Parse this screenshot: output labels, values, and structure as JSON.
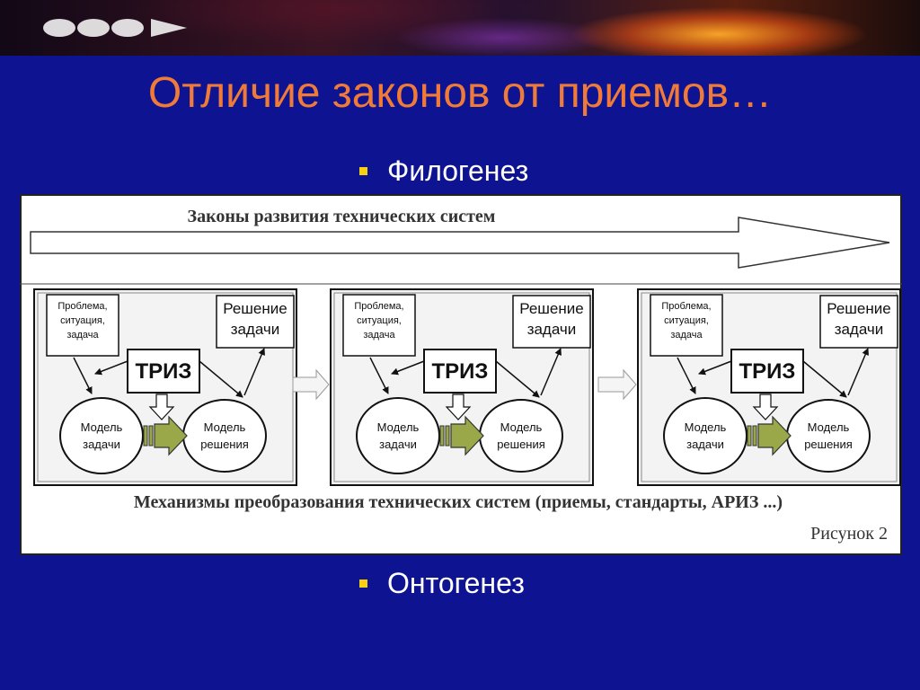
{
  "slide": {
    "title": "Отличие законов от приемов…",
    "bullets": [
      "Филогенез",
      "Онтогенез"
    ]
  },
  "diagram": {
    "top_arrow_label": "Законы развития технических систем",
    "bottom_label": "Механизмы преобразования технических систем (приемы, стандарты, АРИЗ ...)",
    "caption": "Рисунок 2",
    "block": {
      "problem": [
        "Проблема,",
        "ситуация,",
        "задача"
      ],
      "solution": [
        "Решение",
        "задачи"
      ],
      "triz": "ТРИЗ",
      "task_model": [
        "Модель",
        "задачи"
      ],
      "solution_model": [
        "Модель",
        "решения"
      ]
    }
  },
  "colors": {
    "background": "#0e1392",
    "title": "#f07a38",
    "bullet_marker": "#f7d012",
    "green_arrow": "#9aa84a"
  }
}
